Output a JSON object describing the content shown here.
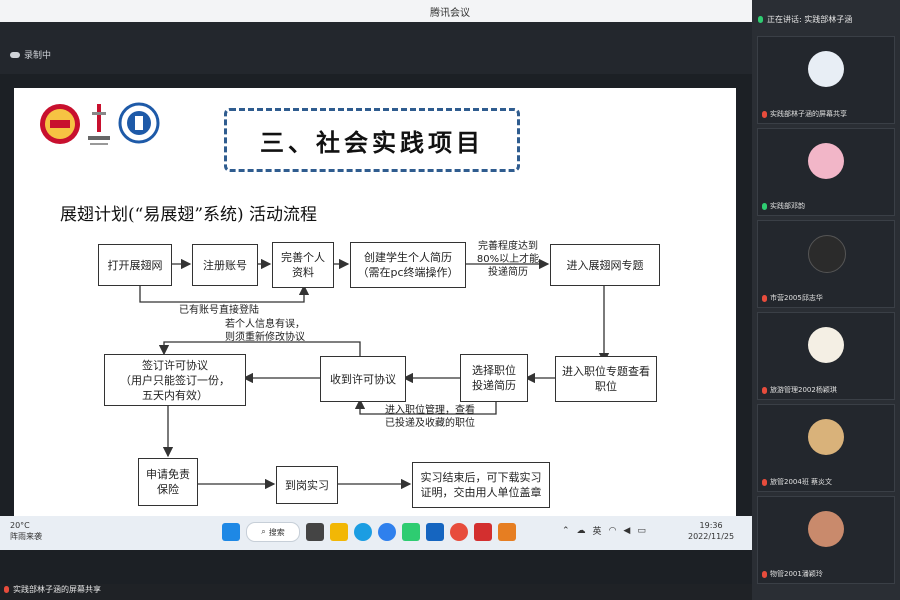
{
  "window": {
    "title": "腾讯会议"
  },
  "recording": {
    "label": "录制中"
  },
  "slide": {
    "banner": "三、社会实践项目",
    "subtitle": "展翅计划(“易展翅”系统) 活动流程",
    "boxes": {
      "open_site": "打开展翅网",
      "register": "注册账号",
      "complete_info": "完善个人\n资料",
      "create_resume": "创建学生个人简历\n（需在pc终端操作）",
      "enter_topic": "进入展翅网专题",
      "view_positions": "进入职位专题查看\n职位",
      "choose_position": "选择职位\n投递简历",
      "receive_agreement": "收到许可协议",
      "sign_agreement": "签订许可协议\n（用户只能签订一份，\n五天内有效）",
      "insurance": "申请免责\n保险",
      "onboard": "到岗实习",
      "finish": "实习结束后，可下载实习\n证明，交由用人单位盖章"
    },
    "notes": {
      "completion": "完善程度达到\n80%以上才能\n投递简历",
      "has_account": "已有账号直接登陆",
      "info_error": "若个人信息有误，\n则须重新修改协议",
      "manage": "进入职位管理，查看\n已投递及收藏的职位"
    }
  },
  "taskbar": {
    "temp": "20°C",
    "weather": "阵雨来袭",
    "search": "搜索",
    "ime": "英",
    "time": "19:36",
    "date": "2022/11/25"
  },
  "sidebar": {
    "speaking": "正在讲话: 实践部林子涵",
    "participants": [
      {
        "name": "实践部林子涵的屏幕共享"
      },
      {
        "name": "实践部邓韵"
      },
      {
        "name": "市营2005邱志华"
      },
      {
        "name": "旅游管理2002杨颖琪"
      },
      {
        "name": "旅管2004班 蔡炎文"
      },
      {
        "name": "物管2001潘颖玲"
      }
    ]
  },
  "bottom": {
    "share_label": "实践部林子涵的屏幕共享"
  },
  "colors": {
    "banner_border": "#2f5c8f",
    "mic_on": "#2ecc71",
    "mic_off": "#e74c3c"
  }
}
